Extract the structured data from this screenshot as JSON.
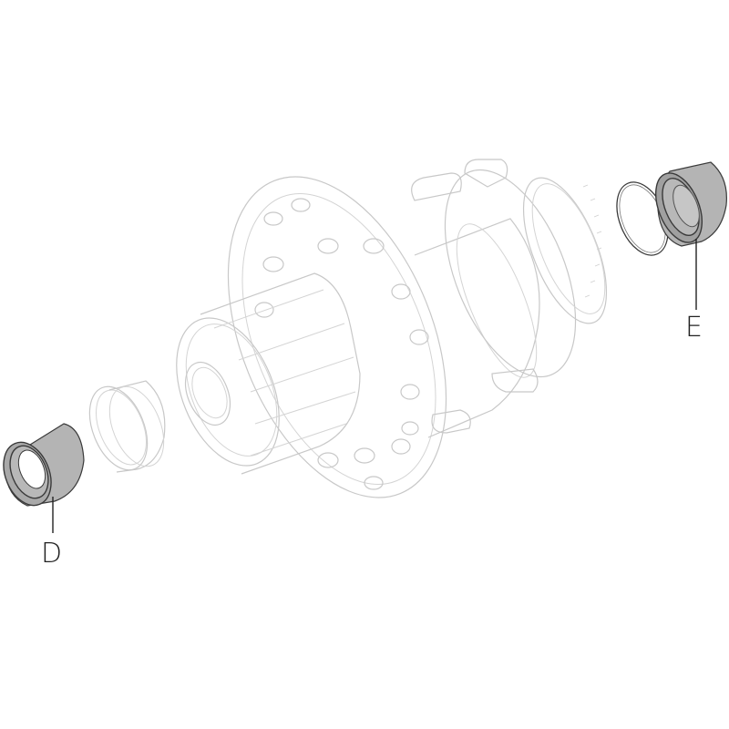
{
  "diagram": {
    "type": "exploded-view",
    "subject": "rear bicycle hub assembly",
    "callouts": [
      {
        "id": "D",
        "label": "D",
        "part": "left end cap (drive side)"
      },
      {
        "id": "E",
        "label": "E",
        "part": "right end cap (disc side) with o-ring"
      }
    ]
  },
  "colors": {
    "background": "#ffffff",
    "highlight_part_fill": "#b4b4b4",
    "highlight_part_stroke": "#3a3a3a",
    "ghost_line": "#c8c8c8",
    "label_text": "#222222"
  }
}
